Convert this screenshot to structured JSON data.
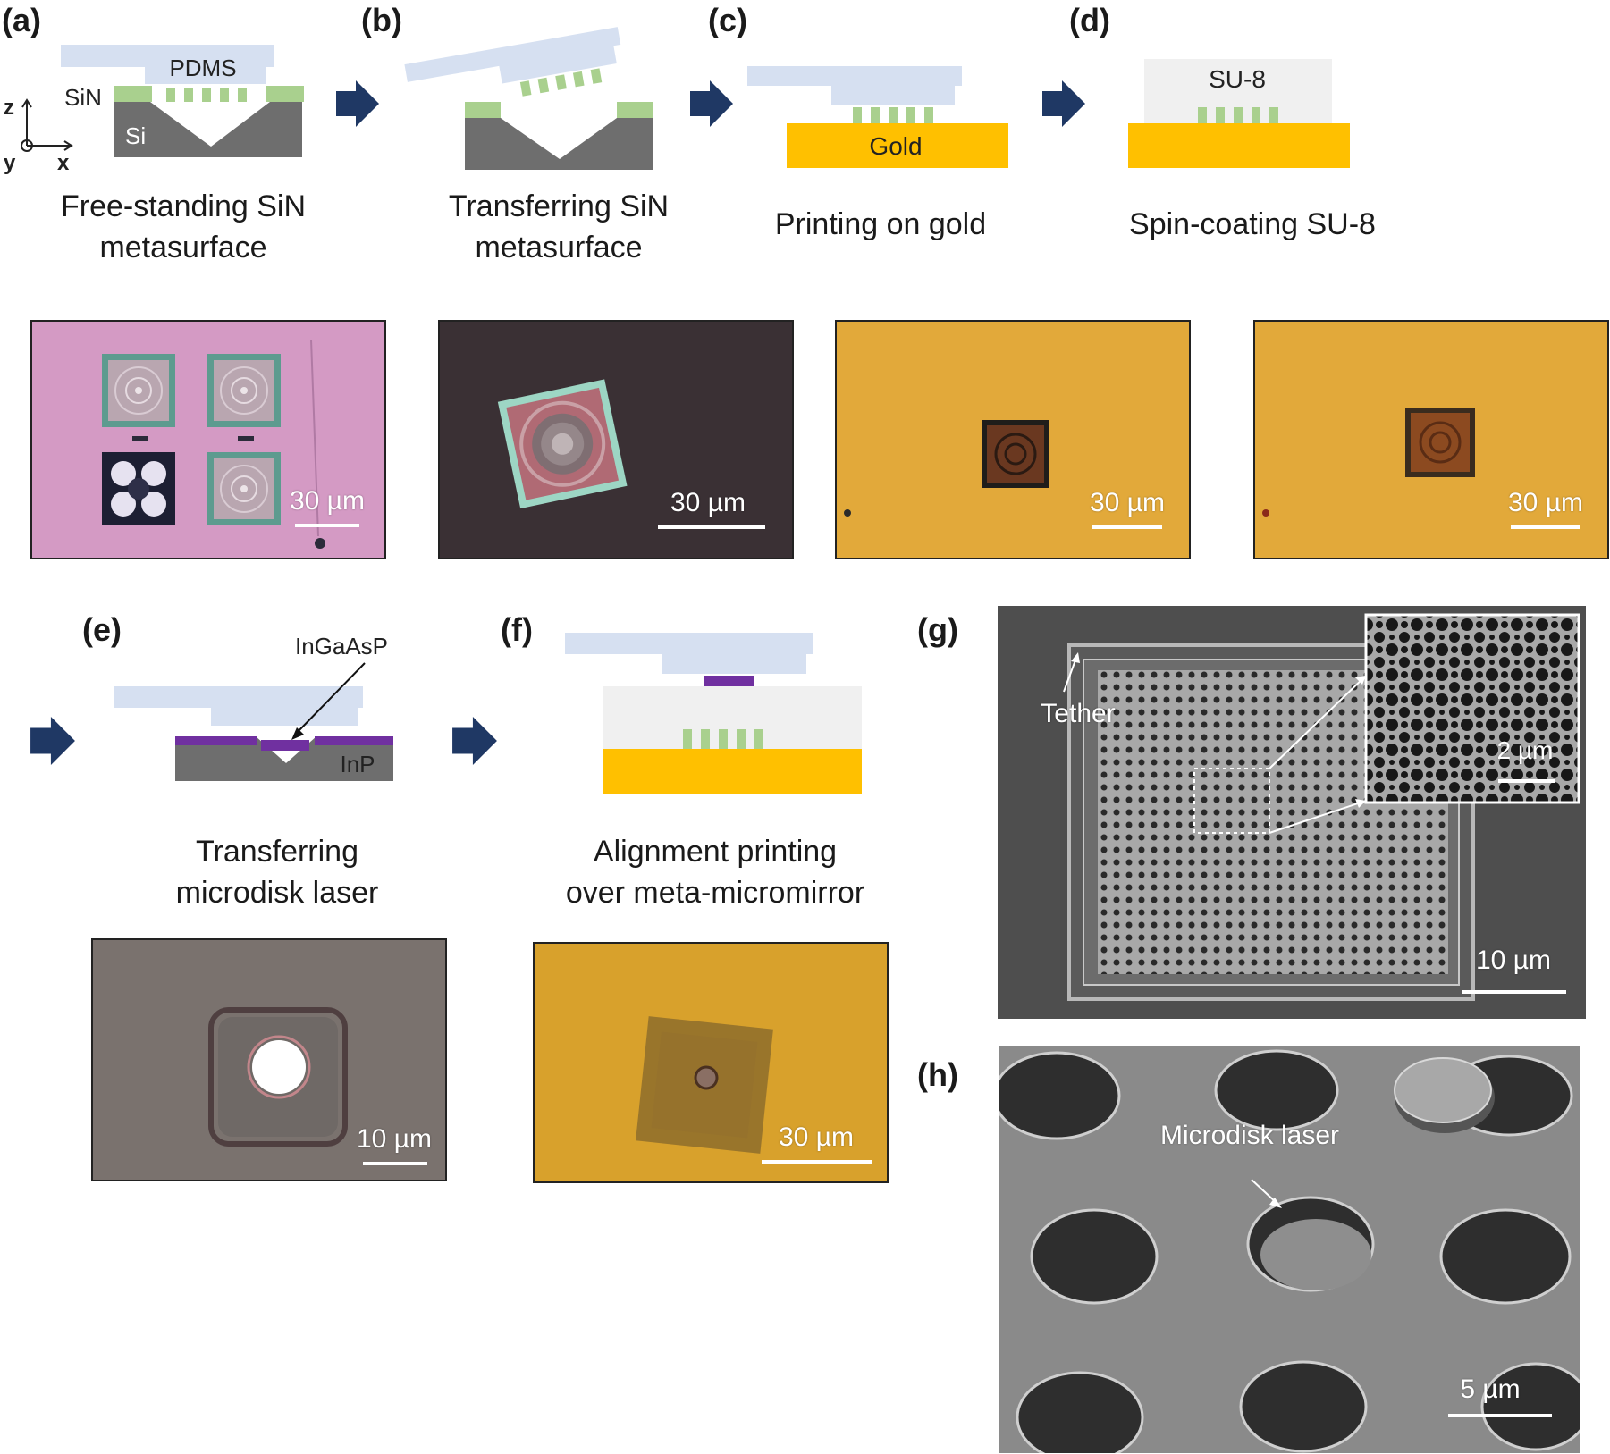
{
  "colors": {
    "pdms": "#d6e0f1",
    "sin": "#a9d08e",
    "si": "#6e6e6e",
    "gold": "#ffc000",
    "su8": "#f0f0f0",
    "ingaasp": "#7030a0",
    "arrow": "#1f3864"
  },
  "panels": {
    "a": {
      "label": "(a)",
      "caption_line1": "Free-standing SiN",
      "caption_line2": "metasurface",
      "pdms_label": "PDMS",
      "sin_label": "SiN",
      "si_label": "Si",
      "axis_z": "z",
      "axis_y": "y",
      "axis_x": "x",
      "scale_bar": "30 µm"
    },
    "b": {
      "label": "(b)",
      "caption_line1": "Transferring SiN",
      "caption_line2": "metasurface",
      "scale_bar": "30 µm"
    },
    "c": {
      "label": "(c)",
      "caption_line1": "Printing on gold",
      "gold_label": "Gold",
      "scale_bar": "30 µm"
    },
    "d": {
      "label": "(d)",
      "caption_line1": "Spin-coating SU-8",
      "su8_label": "SU-8",
      "scale_bar": "30 µm"
    },
    "e": {
      "label": "(e)",
      "caption_line1": "Transferring",
      "caption_line2": "microdisk laser",
      "ingaasp_label": "InGaAsP",
      "inp_label": "InP",
      "scale_bar": "10 µm"
    },
    "f": {
      "label": "(f)",
      "caption_line1": "Alignment printing",
      "caption_line2": "over meta-micromirror",
      "scale_bar": "30 µm"
    },
    "g": {
      "label": "(g)",
      "tether_label": "Tether",
      "scale_bar": "10 µm",
      "inset_scale_bar": "2 µm"
    },
    "h": {
      "label": "(h)",
      "microdisk_label": "Microdisk laser",
      "scale_bar": "5 µm"
    }
  }
}
